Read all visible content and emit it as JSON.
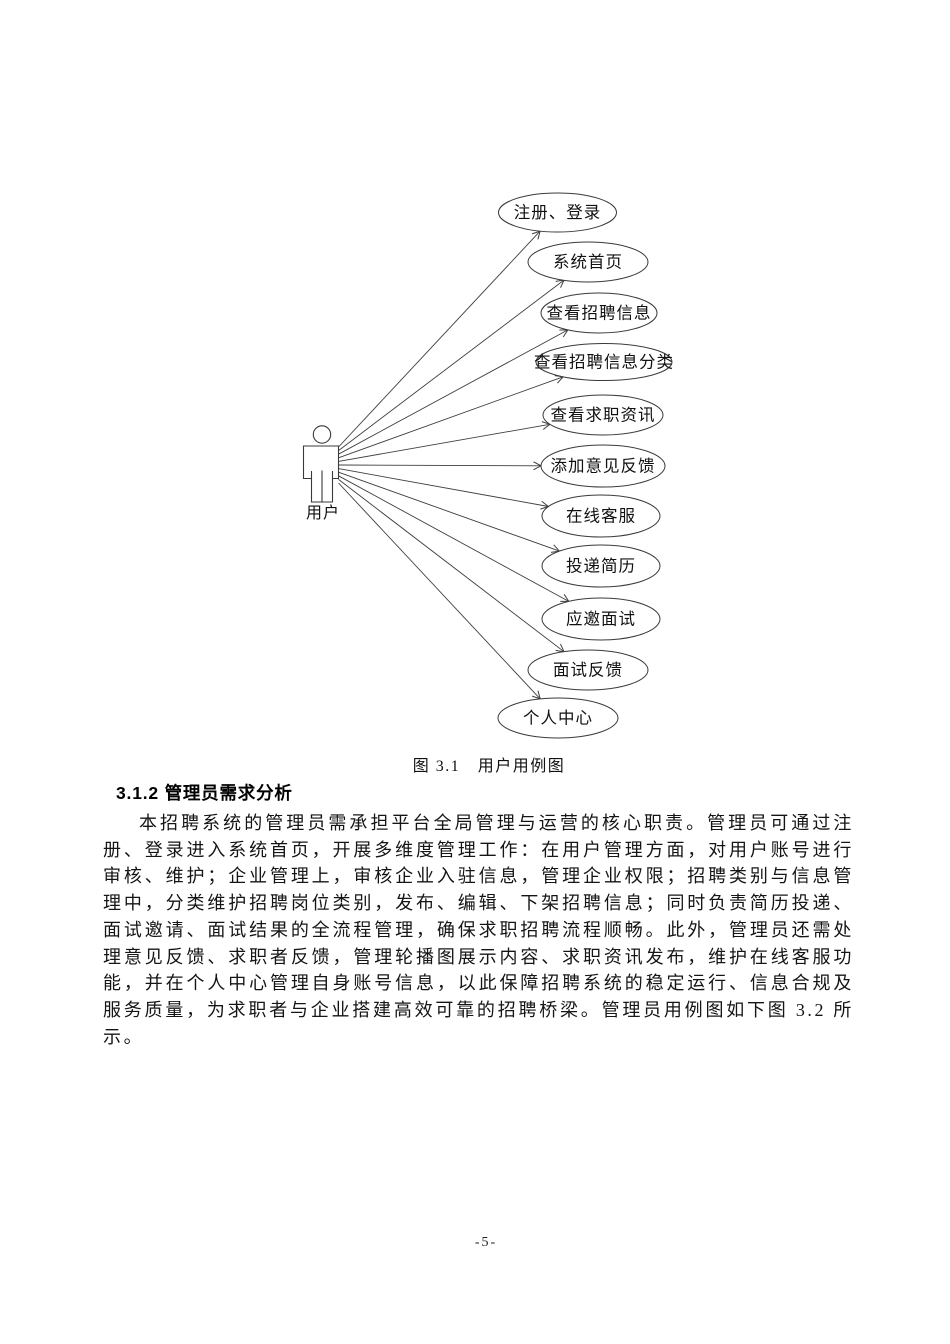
{
  "figure": {
    "caption": "图 3.1　用户用例图",
    "actor_label": "用户",
    "use_cases": [
      "注册、登录",
      "系统首页",
      "查看招聘信息",
      "查看招聘信息分类",
      "查看求职资讯",
      "添加意见反馈",
      "在线客服",
      "投递简历",
      "应邀面试",
      "面试反馈",
      "个人中心"
    ]
  },
  "section": {
    "heading": "3.1.2 管理员需求分析",
    "paragraph": "本招聘系统的管理员需承担平台全局管理与运营的核心职责。管理员可通过注册、登录进入系统首页，开展多维度管理工作：在用户管理方面，对用户账号进行审核、维护；企业管理上，审核企业入驻信息，管理企业权限；招聘类别与信息管理中，分类维护招聘岗位类别，发布、编辑、下架招聘信息；同时负责简历投递、面试邀请、面试结果的全流程管理，确保求职招聘流程顺畅。此外，管理员还需处理意见反馈、求职者反馈，管理轮播图展示内容、求职资讯发布，维护在线客服功能，并在个人中心管理自身账号信息，以此保障招聘系统的稳定运行、信息合规及服务质量，为求职者与企业搭建高效可靠的招聘桥梁。管理员用例图如下图 3.2 所示。"
  },
  "page": {
    "number": "-5-"
  }
}
